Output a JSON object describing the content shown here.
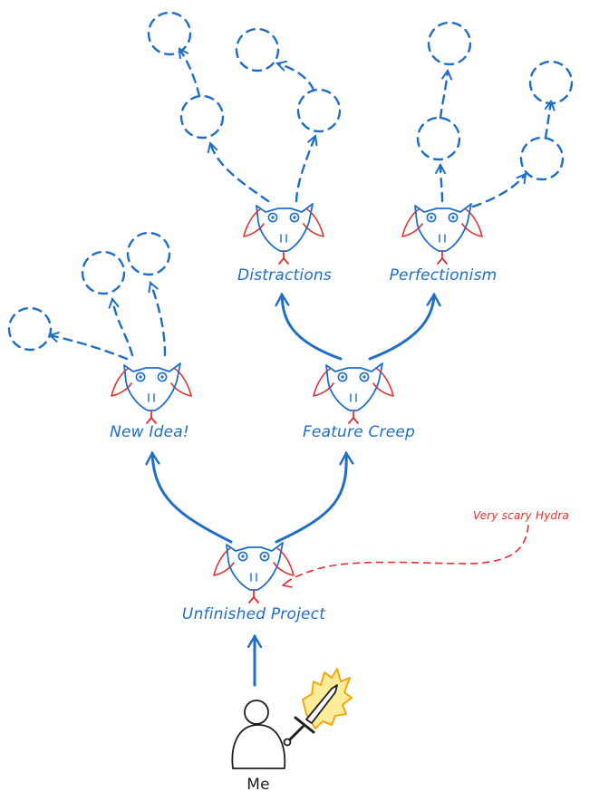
{
  "labels": {
    "unfinished_project": "Unfinished Project",
    "new_idea": "New Idea!",
    "feature_creep": "Feature Creep",
    "distractions": "Distractions",
    "perfectionism": "Perfectionism",
    "annotation": "Very scary Hydra",
    "me": "Me"
  },
  "colors": {
    "blue": "#1e6ec8",
    "red": "#e03131",
    "ink": "#1e1e1e",
    "flame": "#f59f00"
  },
  "icons": [
    "hydra-head-icon",
    "stick-figure-icon",
    "flaming-sword-icon"
  ]
}
